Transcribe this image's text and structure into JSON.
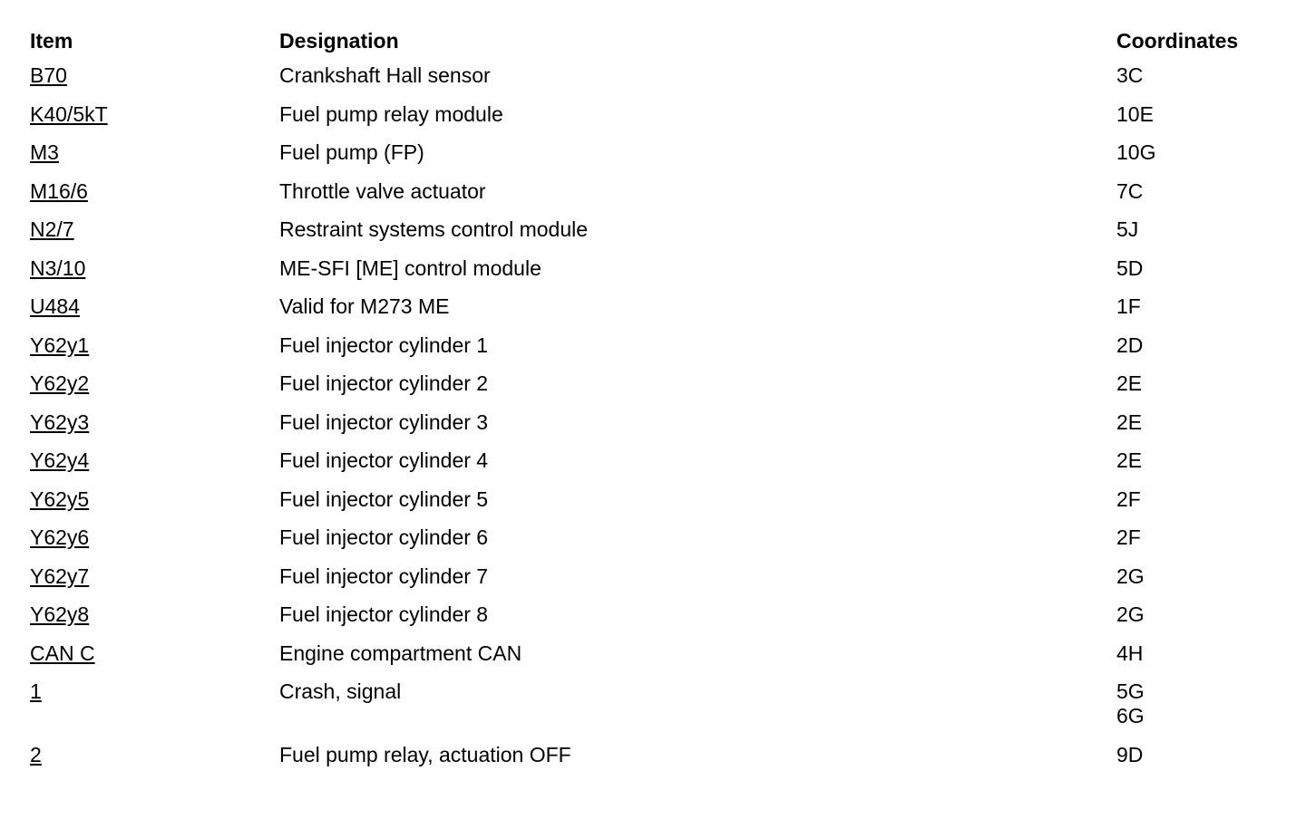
{
  "headers": {
    "item": "Item",
    "designation": "Designation",
    "coordinates": "Coordinates"
  },
  "rows": [
    {
      "item": "B70",
      "designation": "Crankshaft Hall sensor",
      "coords": [
        "3C"
      ]
    },
    {
      "item": "K40/5kT",
      "designation": "Fuel pump relay module",
      "coords": [
        "10E"
      ]
    },
    {
      "item": "M3",
      "designation": "Fuel pump (FP)",
      "coords": [
        "10G"
      ]
    },
    {
      "item": "M16/6",
      "designation": "Throttle valve actuator",
      "coords": [
        "7C"
      ]
    },
    {
      "item": "N2/7",
      "designation": "Restraint systems control module",
      "coords": [
        "5J"
      ]
    },
    {
      "item": "N3/10",
      "designation": "ME-SFI [ME] control module",
      "coords": [
        "5D"
      ]
    },
    {
      "item": "U484",
      "designation": "Valid for M273 ME",
      "coords": [
        "1F"
      ]
    },
    {
      "item": "Y62y1",
      "designation": "Fuel injector cylinder 1",
      "coords": [
        "2D"
      ]
    },
    {
      "item": "Y62y2",
      "designation": "Fuel injector cylinder 2",
      "coords": [
        "2E"
      ]
    },
    {
      "item": "Y62y3",
      "designation": "Fuel injector cylinder 3",
      "coords": [
        "2E"
      ]
    },
    {
      "item": "Y62y4",
      "designation": "Fuel injector cylinder 4",
      "coords": [
        "2E"
      ]
    },
    {
      "item": "Y62y5",
      "designation": "Fuel injector cylinder 5",
      "coords": [
        "2F"
      ]
    },
    {
      "item": "Y62y6",
      "designation": "Fuel injector cylinder 6",
      "coords": [
        "2F"
      ]
    },
    {
      "item": "Y62y7",
      "designation": "Fuel injector cylinder 7",
      "coords": [
        "2G"
      ]
    },
    {
      "item": "Y62y8",
      "designation": "Fuel injector cylinder 8",
      "coords": [
        "2G"
      ]
    },
    {
      "item": "CAN C",
      "designation": "Engine compartment CAN",
      "coords": [
        "4H"
      ]
    },
    {
      "item": "1",
      "designation": "Crash, signal",
      "coords": [
        "5G",
        "6G"
      ]
    },
    {
      "item": "2",
      "designation": "Fuel pump relay, actuation OFF",
      "coords": [
        "9D"
      ]
    }
  ]
}
